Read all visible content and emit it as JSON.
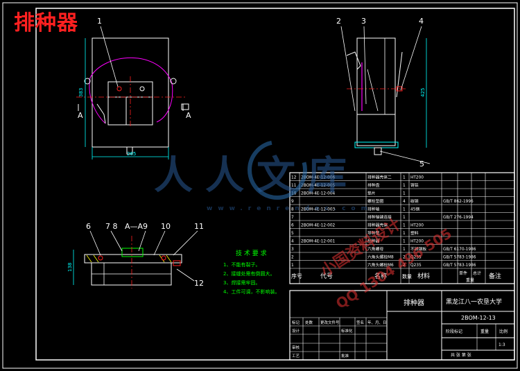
{
  "title": "排种器",
  "callouts": {
    "c1": "1",
    "c2": "2",
    "c3": "3",
    "c4": "4",
    "c5": "5",
    "c6": "6",
    "c7": "7 8",
    "c9": "A—A9",
    "c10": "10",
    "c11": "11",
    "c12": "12"
  },
  "section_marks": {
    "left": "A",
    "right": "A"
  },
  "dims": {
    "height": "383",
    "width": "265",
    "side_height": "425",
    "bottom_height": "138"
  },
  "tech_req": {
    "title": "技 术 要 求",
    "items": [
      "1、不能有裂子。",
      "2、接缝处需有倒圆大。",
      "3、焊接需牢固。",
      "4、工件可调，不影响装。"
    ]
  },
  "bom": {
    "rows": [
      {
        "no": "12",
        "code": "2BOM-4E-12-006",
        "name": "排种器壳体二",
        "qty": "1",
        "mat": "HT200",
        "std": ""
      },
      {
        "no": "11",
        "code": "2BOM-4E-12-005",
        "name": "排种盘",
        "qty": "1",
        "mat": "铸铝",
        "std": ""
      },
      {
        "no": "10",
        "code": "2BOM-4E-12-004",
        "name": "垫片",
        "qty": "1",
        "mat": "",
        "std": ""
      },
      {
        "no": "9",
        "code": "",
        "name": "螺栓垫圈",
        "qty": "4",
        "mat": "碳钢",
        "std": "GB/T 862-1996"
      },
      {
        "no": "8",
        "code": "2BOM-4E-12-003",
        "name": "排种轴",
        "qty": "1",
        "mat": "45钢",
        "std": ""
      },
      {
        "no": "7",
        "code": "",
        "name": "排种轴键连接",
        "qty": "1",
        "mat": "",
        "std": "GB/T 276-1994"
      },
      {
        "no": "6",
        "code": "2BOM-4E-12-002",
        "name": "排种器壳体",
        "qty": "1",
        "mat": "HT200",
        "std": ""
      },
      {
        "no": "5",
        "code": "",
        "name": "导种管",
        "qty": "1",
        "mat": "塑料",
        "std": ""
      },
      {
        "no": "4",
        "code": "2BOM-4E-12-001",
        "name": "刮种器",
        "qty": "1",
        "mat": "HT200",
        "std": ""
      },
      {
        "no": "3",
        "code": "",
        "name": "六角螺母",
        "qty": "1",
        "mat": "不锈钢板",
        "std": "GB/T 6170-1986"
      },
      {
        "no": "2",
        "code": "",
        "name": "六角头螺栓M8",
        "qty": "2",
        "mat": "Q235",
        "std": "GB/T 5783-1986"
      },
      {
        "no": "1",
        "code": "",
        "name": "六角头螺栓M6",
        "qty": "2",
        "mat": "Q235",
        "std": "GB/T 5783-1986"
      }
    ],
    "headers": {
      "no": "序号",
      "code": "代号",
      "name": "名称",
      "qty": "数量",
      "mat": "材料",
      "single": "单件",
      "total": "总计",
      "weight": "重量",
      "note": "备注"
    }
  },
  "title_block": {
    "part": "排种器",
    "school": "黑龙江八一农垦大学",
    "drawing_no": "2BOM-12-13",
    "scale": "1:3",
    "stage_mark": "阶段标记",
    "weight": "重量",
    "ratio": "比例",
    "sheets": "共   张   第   张",
    "design": "设计",
    "check": "审核",
    "process": "工艺",
    "approve": "批准",
    "mark_cols": [
      "标记",
      "处数",
      "更改文件号",
      "签名",
      "年、月、日"
    ],
    "std_label": "标准化"
  },
  "watermark": {
    "main": "人人文库",
    "url": "www.renrendoc.com",
    "red1": "小国资料设计",
    "red2": "QQ 1304 496 505"
  },
  "colors": {
    "line": "#ffffff",
    "accent": "#00ffff",
    "green": "#00ff00",
    "magenta": "#ff00ff",
    "red": "#ff2020",
    "yellow": "#ffff00"
  }
}
